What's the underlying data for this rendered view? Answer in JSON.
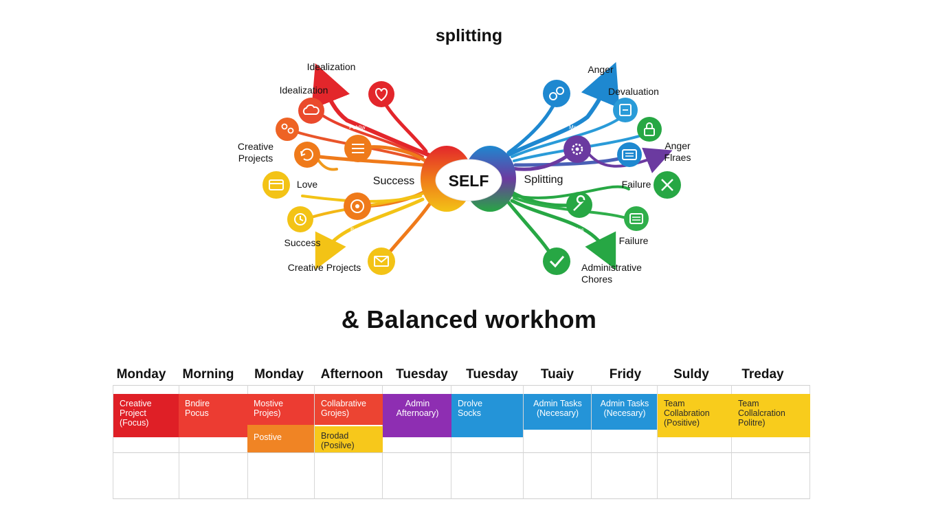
{
  "top_title": "splitting",
  "diagram": {
    "center_label": "SELF",
    "left_side_label": "Success",
    "right_side_label": "Splitting",
    "left_labels": [
      {
        "text": "Idealization"
      },
      {
        "text": "Idealization"
      },
      {
        "text": "Creative\nProjects"
      },
      {
        "text": "Love"
      },
      {
        "text": "Success"
      },
      {
        "text": "Creative Projects"
      }
    ],
    "right_labels": [
      {
        "text": "Anger"
      },
      {
        "text": "Devaluation"
      },
      {
        "text": "Anger\nFlraes"
      },
      {
        "text": "Failure"
      },
      {
        "text": "Failure"
      },
      {
        "text": "Administrative\nChores"
      }
    ],
    "branch_tags": [
      "Pobliw",
      "Msmy",
      "Bsdsc",
      "Rodcs"
    ],
    "colors": {
      "red": "#e3262b",
      "orange": "#ef7a1a",
      "yellow": "#f3c316",
      "blue": "#1e88d0",
      "purple": "#6b3aa0",
      "green": "#27a744"
    },
    "icon_names": [
      "heart-icon",
      "cloud-icon",
      "people-icon",
      "refresh-icon",
      "calendar-icon",
      "list-icon",
      "target-icon",
      "clock-icon",
      "envelope-icon",
      "link-icon",
      "clipboard-icon",
      "lock-icon",
      "gear-icon",
      "document-icon",
      "close-icon",
      "wrench-icon",
      "note-icon",
      "check-icon"
    ]
  },
  "mid_title": "& Balanced workhom",
  "schedule": {
    "headers": [
      "Monday",
      "Morning",
      "Monday",
      "Afternoon",
      "Tuesday",
      "Tuesday",
      "Tuaiy",
      "Fridy",
      "Suldy",
      "Treday"
    ],
    "tasks": [
      {
        "text": "Creative\nProject\n(Focus)",
        "color": "#df1f26"
      },
      {
        "text": "Bndire\nPocus",
        "color": "#ec3c32"
      },
      {
        "text": "Mostive\nProjes)",
        "color": "#ec3c32"
      },
      {
        "text": "Collabrative\nGrojes)",
        "color": "#ec4432"
      },
      {
        "text": "Postive",
        "color": "#f08424"
      },
      {
        "text": "Brodad\n(Posilve)",
        "color": "#f7c81b"
      },
      {
        "text": "Admin\nAfternoary)",
        "color": "#8e2eb2"
      },
      {
        "text": "Drolve\nSocks",
        "color": "#2494d8"
      },
      {
        "text": "Admin Tasks\n(Necesary)",
        "color": "#2494d8"
      },
      {
        "text": "Admin Tasks\n(Necesary)",
        "color": "#2494d8"
      },
      {
        "text": "Team Collabration\n(Positive)",
        "color": "#f8cc1c"
      },
      {
        "text": "Team Collalcration\nPolitre)",
        "color": "#f8cc1c"
      }
    ]
  }
}
